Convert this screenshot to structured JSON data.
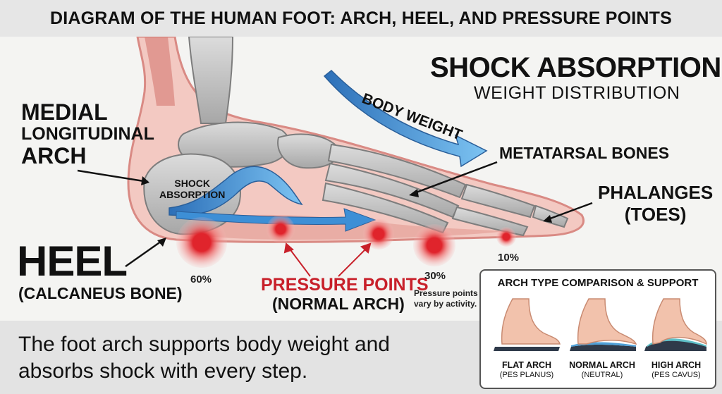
{
  "title": "DIAGRAM OF THE HUMAN FOOT: ARCH, HEEL, AND PRESSURE POINTS",
  "shock_heading": "SHOCK ABSORPTION",
  "weight_subheading": "WEIGHT DISTRIBUTION",
  "body_weight": "BODY WEIGHT",
  "medial_line1": "MEDIAL",
  "medial_line2": "LONGITUDINAL",
  "medial_line3": "ARCH",
  "metatarsal": "METATARSAL BONES",
  "phalanges_line1": "PHALANGES",
  "phalanges_line2": "(TOES)",
  "heel": "HEEL",
  "calcaneus": "(CALCANEUS BONE)",
  "shock_small_line1": "SHOCK",
  "shock_small_line2": "ABSORPTION",
  "pct_heel": "60%",
  "pct_ball": "30%",
  "pct_toe": "10%",
  "pressure_points_title": "PRESSURE POINTS",
  "pressure_points_sub": "(NORMAL ARCH)",
  "note_line1": "Pressure points",
  "note_line2": "vary by activity.",
  "caption_line1": "The foot arch supports body weight and",
  "caption_line2": "absorbs shock with every step.",
  "comparison": {
    "title": "ARCH TYPE COMPARISON & SUPPORT",
    "arches": [
      {
        "name": "FLAT ARCH",
        "latin": "(PES PLANUS)"
      },
      {
        "name": "NORMAL ARCH",
        "latin": "(NEUTRAL)"
      },
      {
        "name": "HIGH ARCH",
        "latin": "(PES CAVUS)"
      }
    ]
  },
  "colors": {
    "pressure_red": "#e0242c",
    "accent_red_text": "#c8202a",
    "arrow_blue": "#3d8fd6",
    "bone_gray": "#b9b9b9",
    "skin_pink": "#f3c9c2"
  }
}
